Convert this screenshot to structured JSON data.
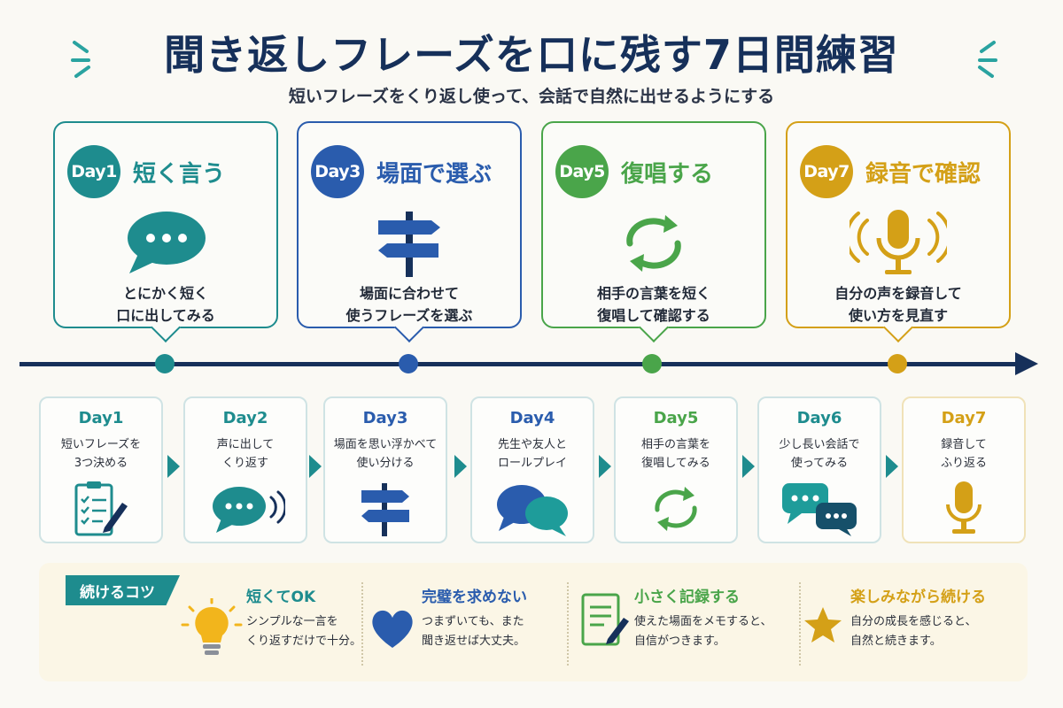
{
  "title": "聞き返しフレーズを口に残す7日間練習",
  "subtitle": "短いフレーズをくり返し使って、会話で自然に出せるようにする",
  "colors": {
    "teal": "#1e8c8e",
    "blue": "#2a5cad",
    "green": "#4aa54a",
    "gold": "#d4a017",
    "navy": "#16305a"
  },
  "highlights": [
    {
      "badge": "Day1",
      "title": "短く言う",
      "desc": "とにかく短く\n口に出してみる",
      "icon": "speech-bubble-icon"
    },
    {
      "badge": "Day3",
      "title": "場面で選ぶ",
      "desc": "場面に合わせて\n使うフレーズを選ぶ",
      "icon": "signpost-icon"
    },
    {
      "badge": "Day5",
      "title": "復唱する",
      "desc": "相手の言葉を短く\n復唱して確認する",
      "icon": "repeat-arrows-icon"
    },
    {
      "badge": "Day7",
      "title": "録音で確認",
      "desc": "自分の声を録音して\n使い方を見直す",
      "icon": "microphone-icon"
    }
  ],
  "days": [
    {
      "label": "Day1",
      "desc": "短いフレーズを\n3つ決める",
      "icon": "clipboard-checklist-icon"
    },
    {
      "label": "Day2",
      "desc": "声に出して\nくり返す",
      "icon": "speaking-bubble-icon"
    },
    {
      "label": "Day3",
      "desc": "場面を思い浮かべて\n使い分ける",
      "icon": "signpost-icon"
    },
    {
      "label": "Day4",
      "desc": "先生や友人と\nロールプレイ",
      "icon": "conversation-bubbles-icon"
    },
    {
      "label": "Day5",
      "desc": "相手の言葉を\n復唱してみる",
      "icon": "repeat-arrows-icon"
    },
    {
      "label": "Day6",
      "desc": "少し長い会話で\n使ってみる",
      "icon": "chat-bubbles-icon"
    },
    {
      "label": "Day7",
      "desc": "録音して\nふり返る",
      "icon": "microphone-icon"
    }
  ],
  "tips": {
    "tag": "続けるコツ",
    "items": [
      {
        "title": "短くてOK",
        "desc": "シンプルな一言を\nくり返すだけで十分。",
        "icon": "lightbulb-icon"
      },
      {
        "title": "完璧を求めない",
        "desc": "つまずいても、また\n聞き返せば大丈夫。",
        "icon": "heart-icon"
      },
      {
        "title": "小さく記録する",
        "desc": "使えた場面をメモすると、\n自信がつきます。",
        "icon": "notepad-pencil-icon"
      },
      {
        "title": "楽しみながら続ける",
        "desc": "自分の成長を感じると、\n自然と続きます。",
        "icon": "star-icon"
      }
    ]
  }
}
